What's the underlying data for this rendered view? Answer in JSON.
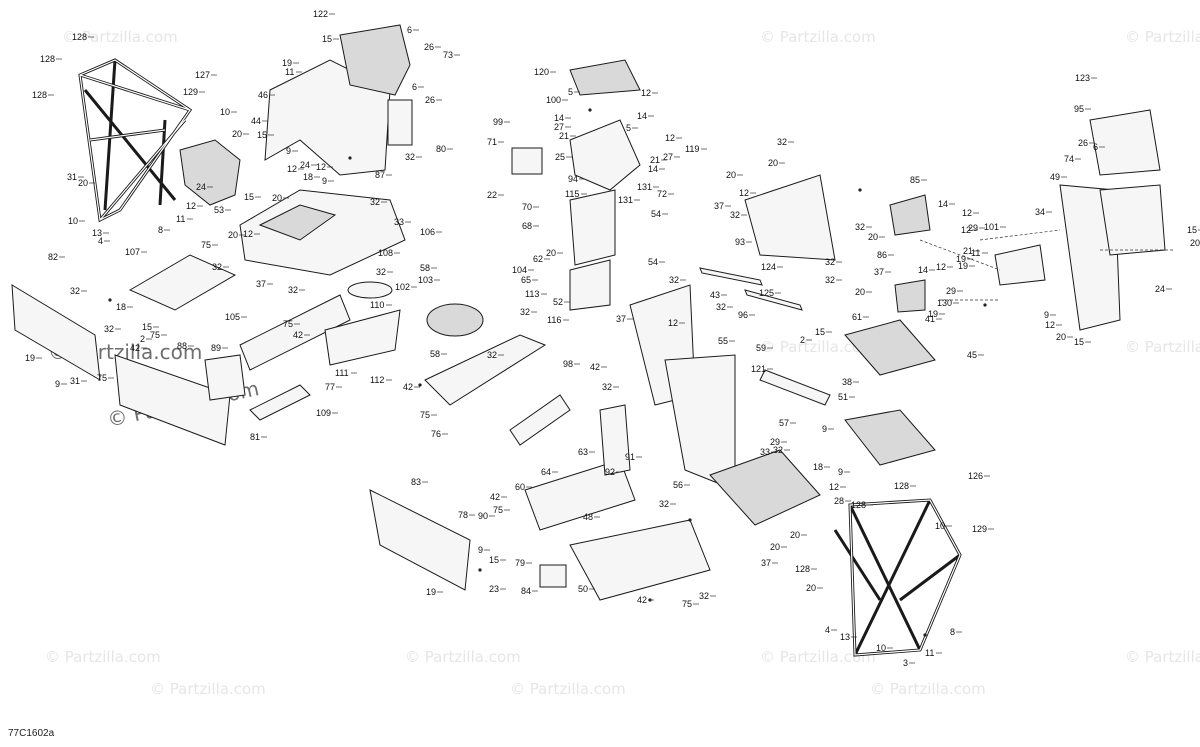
{
  "watermarks": {
    "text": "© Partzilla.com",
    "strong_text": "© Partzilla.com"
  },
  "diagram_code": "77C1602a",
  "callouts": [
    {
      "id": "c128a",
      "label": "128"
    },
    {
      "id": "c128b",
      "label": "128"
    },
    {
      "id": "c128c",
      "label": "128"
    },
    {
      "id": "c127",
      "label": "127"
    },
    {
      "id": "c129",
      "label": "129"
    },
    {
      "id": "c10a",
      "label": "10"
    },
    {
      "id": "c31a",
      "label": "31"
    },
    {
      "id": "c20a",
      "label": "20"
    },
    {
      "id": "c24a",
      "label": "24"
    },
    {
      "id": "c12a",
      "label": "12"
    },
    {
      "id": "c11a",
      "label": "11"
    },
    {
      "id": "c10b",
      "label": "10"
    },
    {
      "id": "c13a",
      "label": "13"
    },
    {
      "id": "c4a",
      "label": "4"
    },
    {
      "id": "c53",
      "label": "53"
    },
    {
      "id": "c122",
      "label": "122"
    },
    {
      "id": "c15a",
      "label": "15"
    },
    {
      "id": "c6a",
      "label": "6"
    },
    {
      "id": "c26a",
      "label": "26"
    },
    {
      "id": "c73",
      "label": "73"
    },
    {
      "id": "c6b",
      "label": "6"
    },
    {
      "id": "c26b",
      "label": "26"
    },
    {
      "id": "c19a",
      "label": "19"
    },
    {
      "id": "c11b",
      "label": "11"
    },
    {
      "id": "c46",
      "label": "46"
    },
    {
      "id": "c44",
      "label": "44"
    },
    {
      "id": "c20b",
      "label": "20"
    },
    {
      "id": "c15b",
      "label": "15"
    },
    {
      "id": "c9a",
      "label": "9"
    },
    {
      "id": "c12b",
      "label": "12"
    },
    {
      "id": "c24b",
      "label": "24"
    },
    {
      "id": "c80",
      "label": "80"
    },
    {
      "id": "c32a",
      "label": "32"
    },
    {
      "id": "c87",
      "label": "87"
    },
    {
      "id": "c12c",
      "label": "12"
    },
    {
      "id": "c18a",
      "label": "18"
    },
    {
      "id": "c9b",
      "label": "9"
    },
    {
      "id": "c15c",
      "label": "15"
    },
    {
      "id": "c20c",
      "label": "20"
    },
    {
      "id": "c32b",
      "label": "32"
    },
    {
      "id": "c33",
      "label": "33"
    },
    {
      "id": "c8a",
      "label": "8"
    },
    {
      "id": "c20d",
      "label": "20"
    },
    {
      "id": "c12d",
      "label": "12"
    },
    {
      "id": "c106",
      "label": "106"
    },
    {
      "id": "c107",
      "label": "107"
    },
    {
      "id": "c75a",
      "label": "75"
    },
    {
      "id": "c32c",
      "label": "32"
    },
    {
      "id": "c37a",
      "label": "37"
    },
    {
      "id": "c82",
      "label": "82"
    },
    {
      "id": "c32d",
      "label": "32"
    },
    {
      "id": "c18b",
      "label": "18"
    },
    {
      "id": "c15d",
      "label": "15"
    },
    {
      "id": "c32e",
      "label": "32"
    },
    {
      "id": "c2a",
      "label": "2"
    },
    {
      "id": "c75b",
      "label": "75"
    },
    {
      "id": "c42a",
      "label": "42"
    },
    {
      "id": "c19b",
      "label": "19"
    },
    {
      "id": "c9c",
      "label": "9"
    },
    {
      "id": "c31b",
      "label": "31"
    },
    {
      "id": "c75c",
      "label": "75"
    },
    {
      "id": "c88",
      "label": "88"
    },
    {
      "id": "c89",
      "label": "89"
    },
    {
      "id": "c81",
      "label": "81"
    },
    {
      "id": "c105",
      "label": "105"
    },
    {
      "id": "c32f",
      "label": "32"
    },
    {
      "id": "c75d",
      "label": "75"
    },
    {
      "id": "c42b",
      "label": "42"
    },
    {
      "id": "c111",
      "label": "111"
    },
    {
      "id": "c77",
      "label": "77"
    },
    {
      "id": "c109",
      "label": "109"
    },
    {
      "id": "c112",
      "label": "112"
    },
    {
      "id": "c108",
      "label": "108"
    },
    {
      "id": "c102",
      "label": "102"
    },
    {
      "id": "c32g",
      "label": "32"
    },
    {
      "id": "c110",
      "label": "110"
    },
    {
      "id": "c58a",
      "label": "58"
    },
    {
      "id": "c103",
      "label": "103"
    },
    {
      "id": "c120",
      "label": "120"
    },
    {
      "id": "c5a",
      "label": "5"
    },
    {
      "id": "c100",
      "label": "100"
    },
    {
      "id": "c14a",
      "label": "14"
    },
    {
      "id": "c27a",
      "label": "27"
    },
    {
      "id": "c21a",
      "label": "21"
    },
    {
      "id": "c12e",
      "label": "12"
    },
    {
      "id": "c5b",
      "label": "5"
    },
    {
      "id": "c14b",
      "label": "14"
    },
    {
      "id": "c12f",
      "label": "12"
    },
    {
      "id": "c119",
      "label": "119"
    },
    {
      "id": "c27b",
      "label": "27"
    },
    {
      "id": "c21b",
      "label": "21"
    },
    {
      "id": "c14c",
      "label": "14"
    },
    {
      "id": "c131a",
      "label": "131"
    },
    {
      "id": "c72",
      "label": "72"
    },
    {
      "id": "c99",
      "label": "99"
    },
    {
      "id": "c71",
      "label": "71"
    },
    {
      "id": "c25",
      "label": "25"
    },
    {
      "id": "c94",
      "label": "94"
    },
    {
      "id": "c115",
      "label": "115"
    },
    {
      "id": "c131b",
      "label": "131"
    },
    {
      "id": "c54a",
      "label": "54"
    },
    {
      "id": "c22",
      "label": "22"
    },
    {
      "id": "c70",
      "label": "70"
    },
    {
      "id": "c68",
      "label": "68"
    },
    {
      "id": "c20e",
      "label": "20"
    },
    {
      "id": "c62",
      "label": "62"
    },
    {
      "id": "c104",
      "label": "104"
    },
    {
      "id": "c65",
      "label": "65"
    },
    {
      "id": "c113",
      "label": "113"
    },
    {
      "id": "c52",
      "label": "52"
    },
    {
      "id": "c32h",
      "label": "32"
    },
    {
      "id": "c54b",
      "label": "54"
    },
    {
      "id": "c116",
      "label": "116"
    },
    {
      "id": "c58b",
      "label": "58"
    },
    {
      "id": "c32i",
      "label": "32"
    },
    {
      "id": "c42c",
      "label": "42"
    },
    {
      "id": "c75e",
      "label": "75"
    },
    {
      "id": "c76",
      "label": "76"
    },
    {
      "id": "c98",
      "label": "98"
    },
    {
      "id": "c63",
      "label": "63"
    },
    {
      "id": "c64",
      "label": "64"
    },
    {
      "id": "c60",
      "label": "60"
    },
    {
      "id": "c83",
      "label": "83"
    },
    {
      "id": "c78",
      "label": "78"
    },
    {
      "id": "c90",
      "label": "90"
    },
    {
      "id": "c42d",
      "label": "42"
    },
    {
      "id": "c75f",
      "label": "75"
    },
    {
      "id": "c9d",
      "label": "9"
    },
    {
      "id": "c15e",
      "label": "15"
    },
    {
      "id": "c23",
      "label": "23"
    },
    {
      "id": "c19c",
      "label": "19"
    },
    {
      "id": "c79",
      "label": "79"
    },
    {
      "id": "c84",
      "label": "84"
    },
    {
      "id": "c48",
      "label": "48"
    },
    {
      "id": "c50",
      "label": "50"
    },
    {
      "id": "c42e",
      "label": "42"
    },
    {
      "id": "c75g",
      "label": "75"
    },
    {
      "id": "c32j",
      "label": "32"
    },
    {
      "id": "c92",
      "label": "92"
    },
    {
      "id": "c91",
      "label": "91"
    },
    {
      "id": "c32k",
      "label": "32"
    },
    {
      "id": "c43",
      "label": "43"
    },
    {
      "id": "c32l",
      "label": "32"
    },
    {
      "id": "c96",
      "label": "96"
    },
    {
      "id": "c37b",
      "label": "37"
    },
    {
      "id": "c12g",
      "label": "12"
    },
    {
      "id": "c32m",
      "label": "32"
    },
    {
      "id": "c42f",
      "label": "42"
    },
    {
      "id": "c32n",
      "label": "32"
    },
    {
      "id": "c55",
      "label": "55"
    },
    {
      "id": "c124",
      "label": "124"
    },
    {
      "id": "c125",
      "label": "125"
    },
    {
      "id": "c32o",
      "label": "32"
    },
    {
      "id": "c20f",
      "label": "20"
    },
    {
      "id": "c20g",
      "label": "20"
    },
    {
      "id": "c12h",
      "label": "12"
    },
    {
      "id": "c37c",
      "label": "37"
    },
    {
      "id": "c32p",
      "label": "32"
    },
    {
      "id": "c32q",
      "label": "32"
    },
    {
      "id": "c93",
      "label": "93"
    },
    {
      "id": "c32r",
      "label": "32"
    },
    {
      "id": "c32s",
      "label": "32"
    },
    {
      "id": "c85",
      "label": "85"
    },
    {
      "id": "c14d",
      "label": "14"
    },
    {
      "id": "c12i",
      "label": "12"
    },
    {
      "id": "c20h",
      "label": "20"
    },
    {
      "id": "c12j",
      "label": "12"
    },
    {
      "id": "c29a",
      "label": "29"
    },
    {
      "id": "c101",
      "label": "101"
    },
    {
      "id": "c34",
      "label": "34"
    },
    {
      "id": "c11c",
      "label": "11"
    },
    {
      "id": "c21c",
      "label": "21"
    },
    {
      "id": "c19d",
      "label": "19"
    },
    {
      "id": "c12k",
      "label": "12"
    },
    {
      "id": "c19e",
      "label": "19"
    },
    {
      "id": "c29b",
      "label": "29"
    },
    {
      "id": "c86",
      "label": "86"
    },
    {
      "id": "c37d",
      "label": "37"
    },
    {
      "id": "c20i",
      "label": "20"
    },
    {
      "id": "c14e",
      "label": "14"
    },
    {
      "id": "c130",
      "label": "130"
    },
    {
      "id": "c19f",
      "label": "19"
    },
    {
      "id": "c41",
      "label": "41"
    },
    {
      "id": "c45",
      "label": "45"
    },
    {
      "id": "c123",
      "label": "123"
    },
    {
      "id": "c95",
      "label": "95"
    },
    {
      "id": "c26c",
      "label": "26"
    },
    {
      "id": "c6c",
      "label": "6"
    },
    {
      "id": "c74",
      "label": "74"
    },
    {
      "id": "c49",
      "label": "49"
    },
    {
      "id": "c15f",
      "label": "15"
    },
    {
      "id": "c20j",
      "label": "20"
    },
    {
      "id": "c24c",
      "label": "24"
    },
    {
      "id": "c9e",
      "label": "9"
    },
    {
      "id": "c12l",
      "label": "12"
    },
    {
      "id": "c20k",
      "label": "20"
    },
    {
      "id": "c15g",
      "label": "15"
    },
    {
      "id": "c61",
      "label": "61"
    },
    {
      "id": "c15h",
      "label": "15"
    },
    {
      "id": "c2b",
      "label": "2"
    },
    {
      "id": "c59",
      "label": "59"
    },
    {
      "id": "c121",
      "label": "121"
    },
    {
      "id": "c38",
      "label": "38"
    },
    {
      "id": "c51",
      "label": "51"
    },
    {
      "id": "c57",
      "label": "57"
    },
    {
      "id": "c9f",
      "label": "9"
    },
    {
      "id": "c32t",
      "label": "32"
    },
    {
      "id": "c33b",
      "label": "33"
    },
    {
      "id": "c29c",
      "label": "29"
    },
    {
      "id": "c18c",
      "label": "18"
    },
    {
      "id": "c9g",
      "label": "9"
    },
    {
      "id": "c12m",
      "label": "12"
    },
    {
      "id": "c28",
      "label": "28"
    },
    {
      "id": "c56",
      "label": "56"
    },
    {
      "id": "c20l",
      "label": "20"
    },
    {
      "id": "c20m",
      "label": "20"
    },
    {
      "id": "c37e",
      "label": "37"
    },
    {
      "id": "c126",
      "label": "126"
    },
    {
      "id": "c128d",
      "label": "128"
    },
    {
      "id": "c128e",
      "label": "128"
    },
    {
      "id": "c10c",
      "label": "10"
    },
    {
      "id": "c129b",
      "label": "129"
    },
    {
      "id": "c128f",
      "label": "128"
    },
    {
      "id": "c20n",
      "label": "20"
    },
    {
      "id": "c4b",
      "label": "4"
    },
    {
      "id": "c13b",
      "label": "13"
    },
    {
      "id": "c8b",
      "label": "8"
    },
    {
      "id": "c10d",
      "label": "10"
    },
    {
      "id": "c11d",
      "label": "11"
    },
    {
      "id": "c3",
      "label": "3"
    }
  ]
}
